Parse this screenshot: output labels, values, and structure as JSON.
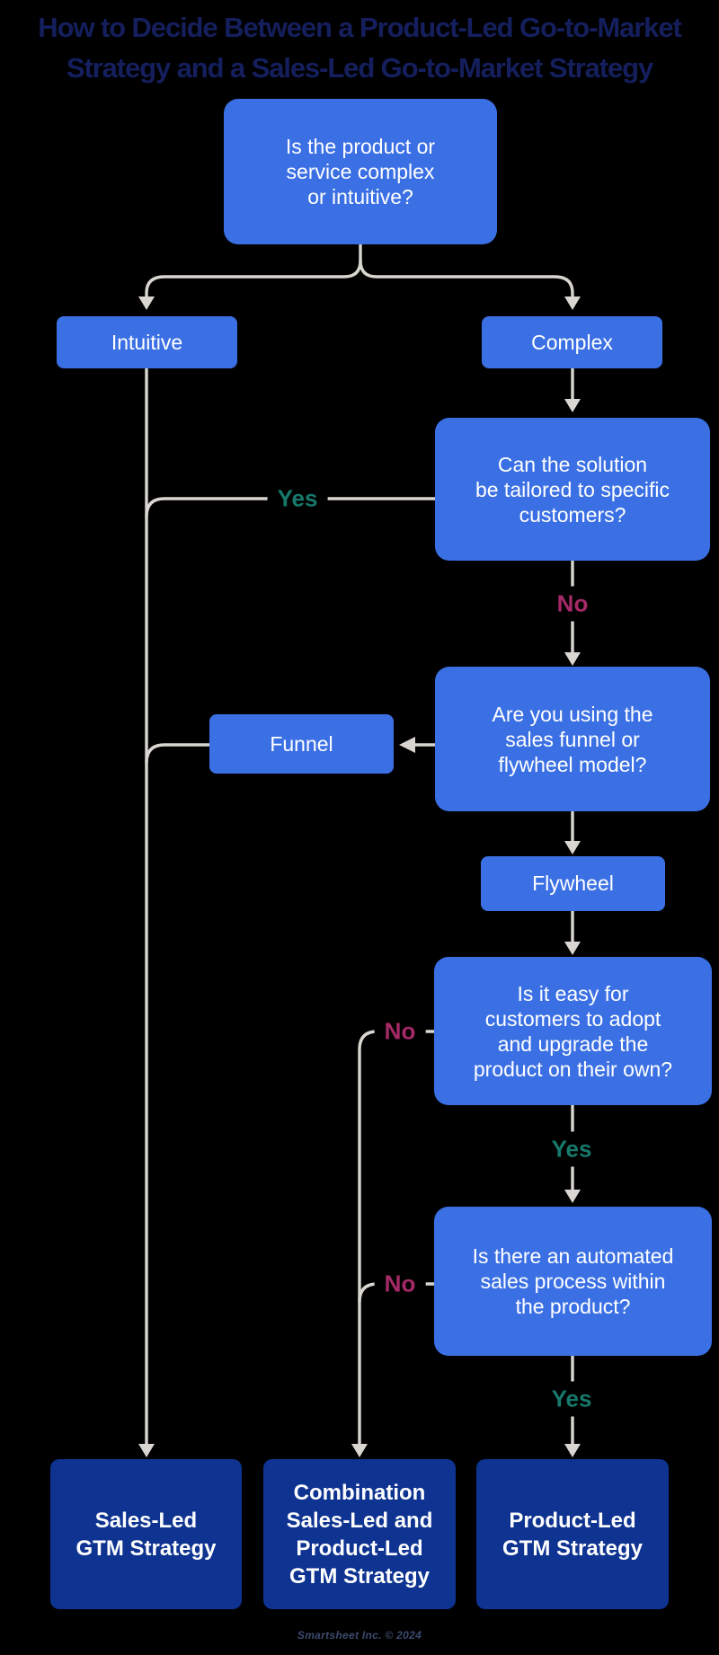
{
  "title": {
    "line1": "How to Decide Between a Product-Led Go-to-Market",
    "line2": "Strategy and a Sales-Led Go-to-Market Strategy"
  },
  "nodes": {
    "q1": {
      "lines": [
        "Is the product or",
        "service complex",
        "or intuitive?"
      ]
    },
    "intuitive": {
      "label": "Intuitive"
    },
    "complex": {
      "label": "Complex"
    },
    "q2": {
      "lines": [
        "Can the solution",
        "be tailored to specific",
        "customers?"
      ]
    },
    "q3": {
      "lines": [
        "Are you using the",
        "sales funnel or",
        "flywheel model?"
      ]
    },
    "funnel": {
      "label": "Funnel"
    },
    "flywheel": {
      "label": "Flywheel"
    },
    "q4": {
      "lines": [
        "Is it easy for",
        "customers to adopt",
        "and upgrade the",
        "product on their own?"
      ]
    },
    "q5": {
      "lines": [
        "Is there an automated",
        "sales process within",
        "the product?"
      ]
    },
    "sales_led": {
      "lines": [
        "Sales-Led",
        "GTM Strategy"
      ]
    },
    "combination": {
      "lines": [
        "Combination",
        "Sales-Led and",
        "Product-Led",
        "GTM Strategy"
      ]
    },
    "product_led": {
      "lines": [
        "Product-Led",
        "GTM Strategy"
      ]
    }
  },
  "labels": {
    "yes_tailored": "Yes",
    "no_tailored": "No",
    "no_easy_adopt": "No",
    "yes_easy_adopt": "Yes",
    "no_automated": "No",
    "yes_automated": "Yes"
  },
  "footer": "Smartsheet Inc. © 2024",
  "colors": {
    "background": "#000000",
    "title-navy": "#151F5D",
    "node-blue": "#3B70E4",
    "outcome-navy": "#0E3390",
    "node-text": "#FFFFFF",
    "line-gray": "#D9D6D1",
    "yes-green": "#17796B",
    "no-magenta": "#A62A68",
    "footer-navy": "#3C4A6E"
  }
}
